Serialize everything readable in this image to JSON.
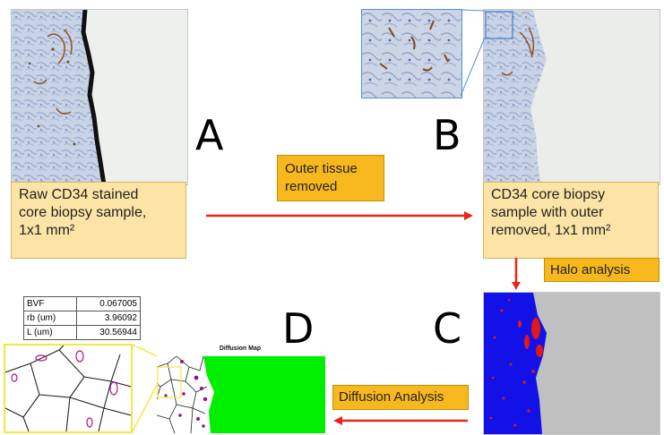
{
  "panels": {
    "a": {
      "letter": "A",
      "caption": [
        "Raw CD34 stained",
        "core biopsy sample,",
        "1x1 mm²"
      ]
    },
    "b": {
      "letter": "B",
      "caption": [
        "CD34 core biopsy",
        "sample with outer",
        "removed, 1x1 mm²"
      ]
    },
    "c": {
      "letter": "C"
    },
    "d": {
      "letter": "D",
      "map_title": "Diffusion Map"
    }
  },
  "steps": {
    "outer_tissue": [
      "Outer tissue",
      "removed"
    ],
    "halo": "Halo analysis",
    "diffusion": "Diffusion Analysis"
  },
  "stats": [
    {
      "key": "BVF",
      "value": "0.067005"
    },
    {
      "key": "rb (um)",
      "value": "3.96092"
    },
    {
      "key": "L (um)",
      "value": "30.56944"
    }
  ],
  "colors": {
    "arrow": "#e8261b",
    "caption_bg": "#fce4a6",
    "tag_bg": "#f7b81e",
    "halo_blue": "#1212e8",
    "halo_red": "#e01818",
    "halo_gray": "#c0c0c0",
    "diffusion_green": "#00ee00",
    "zoom_yellow": "#f5e642",
    "zoom_blue": "#5a8fd1"
  }
}
